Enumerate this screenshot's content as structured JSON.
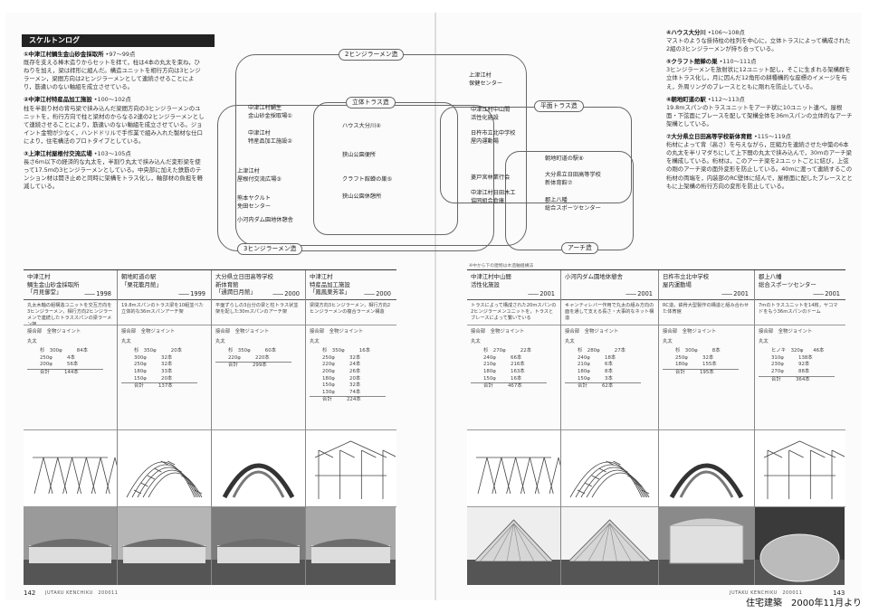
{
  "header": {
    "title": "スケルトンログ"
  },
  "left_text": [
    {
      "head": "①中津江村鯛生金山砂金採取所",
      "years": "•97～99点",
      "body": "既存を支える棒木造りからセットを拝て，柱は4本の丸太を束ね，ひねりを加え，梁は拝形に組んだ。構造ユニットを相行方向は3ヒンジラーメン，梁間方向は2ヒンジラーメンとして連続させることにより，筋違いのない軸組を成立させている。"
    },
    {
      "head": "②中津江村特産品加工施設",
      "years": "•100～102点",
      "body": "柱を半割り材の背与梁で挟み込んだ梁間方向の3ヒンジラーメンのユニットを，桁行方向で柱と梁材のからなる2連の2ヒンジラーメンとして連続させることにより，筋違いのない軸組を成立させている。ジョイント金物が少なく，ハンドドリルで手作業で組み入れた製材な仕口により，住宅構法のプロトタイプとしている。"
    },
    {
      "head": "③上津江村屋根付交流広場",
      "years": "•103～105点",
      "body": "長さ6m以下の経済的な丸太を，半割り丸太で挟み込んだ変形梁を使って17.5mの3ヒンジラーメンとしている。中央部に加えた鉄筋のテンション材は開き止めと同時に架構をトラス化し，軸部材の負担を軽減している。"
    }
  ],
  "right_text": [
    {
      "head": "④ハウス大分川",
      "years": "•106～108点",
      "body": "マストのような掛持柱の柱列を中心に，立体トラスによって構成された2組の3ヒンジラーメンが持ち合っている。"
    },
    {
      "head": "⑤クラフト館蝉の巣",
      "years": "•110～111点",
      "body": "3ヒンジラーメンを放射状に12ユニット配し，そこに生まれる架構群を立体トラス化し，月に因んだ12角形の耕種構的な座標のイメージを与え，外周リングのブレースとともに剛れを防止している。"
    },
    {
      "head": "⑥朝地町道の駅",
      "years": "•112～113点",
      "body": "19.8mスパンのトラスユニットをアーチ状に10ユニット連べ，屋根面・下弦面にブレースを配して架構全体を36mスパンの立体的なアーチ架構としている。"
    },
    {
      "head": "⑦大分県立日田高等学校新体育館",
      "years": "•115～119点",
      "body": "桁材によって背（高さ）を与えながら，圧縮力を連続させた中築の6本の丸太を半リマダちにして上下間の丸太で挟み込んで，30mのアーチ梁を構成している。桁材は，このアーチ梁を2ユニットごとに結び，上弦の剛のアーチ梁の面外変形を防止している。40mに渡って連続するこの桁材の両端を，内装部のRC壁体に結んで，屋根面に配したブレースとともに上架構の桁行方向の変形を防止している。"
    }
  ],
  "diagram": {
    "labels": {
      "hinge2": "2ヒンジラーメン造",
      "truss": "立体トラス造",
      "plane": "平面トラス造",
      "hinge3": "3ヒンジラーメン造",
      "arch": "アーチ造"
    },
    "buildings": [
      "上津江村\n保健センター",
      "中津江村鯛生\n金山砂金採取場①",
      "中津江村\n特産品加工施設②",
      "ハウス大分川④",
      "狭山公園便所",
      "クラフト館蝉の巣⑤",
      "狭山公園休憩所",
      "中津江村中山間\n活性化施設",
      "日杵市立北中学校\n屋内運動場",
      "朝地町道の駅⑥",
      "大分県立日田高等学校\n新体育館⑦",
      "郡上八幡\n総合スポーツセンター",
      "菱戸宮林業行会",
      "中津江村日田木工\n協同組合倉庫",
      "上津江村\n屋根付交流広場③",
      "熊本ヤクルト\n免田センター",
      "小河内ダム園地休憩舎"
    ]
  },
  "note_right": "※中から下の建物は木造軸組構法",
  "table_left": [
    {
      "name": "中津江村\n鯛生金山砂金採取所\n「月見御堂」",
      "year": "1998",
      "desc": "丸太木軸の組構造ユニットを交互方向を3ヒンジラーメン，相行方向2ヒンジラーメンで連続したトラススパンの梁ラーメン架",
      "joint": "接合部　全物ジョイント",
      "material": "丸太",
      "lines": [
        "杉　300φ　　　84本",
        "250φ　　　4本",
        "200φ　　　56本"
      ],
      "total": "合計　　　144本"
    },
    {
      "name": "朝地町道の駅\n「栗花籠月館」",
      "year": "1999",
      "desc": "19.8mスパンのトラス梁を10組並べた立体的な36mスパンアーチ架",
      "joint": "接合部　全物ジョイント",
      "material": "丸太",
      "lines": [
        "杉　350φ　　　20本",
        "300φ　　　32本",
        "250φ　　　32本",
        "180φ　　　33本",
        "150φ　　　20本"
      ],
      "total": "合計　　　137本"
    },
    {
      "name": "大分県立日田高等学校\n新体育館\n「通潤日月館」",
      "year": "2000",
      "desc": "平面ずらしの3台分の梁と柱トラス状並架を配した30mスパンのアーチ架",
      "joint": "接合部　全物ジョイント",
      "material": "丸太",
      "lines": [
        "杉　350φ　　　60本",
        "220φ　　　220本"
      ],
      "total": "合計　　　299本"
    },
    {
      "name": "中津江村\n特産品加工施設\n「鳳鳳巣芳菲」",
      "year": "2000",
      "desc": "梁間方向3ヒンジラーメン，相行方向2ヒンジラーメンの複合ラーメン構造",
      "joint": "接合部　全物ジョイント",
      "material": "丸太",
      "lines": [
        "杉　350φ　　　16本",
        "250φ　　　32本",
        "220φ　　　24本",
        "200φ　　　26本",
        "180φ　　　20本",
        "150φ　　　32本",
        "130φ　　　74本"
      ],
      "total": "合計　　　224本"
    }
  ],
  "table_right": [
    {
      "name": "中津江村中山間\n活性化施設",
      "year": "2001",
      "desc": "トラスによって構成された20mスパンの2ヒンジラーメンユニットを，トラスとブレースによって繋いでいる",
      "joint": "接合部　全物ジョイント",
      "material": "丸太",
      "lines": [
        "杉　270φ　　　22本",
        "240φ　　　66本",
        "210φ　　　216本",
        "180φ　　　163本",
        "150φ　　　16本"
      ],
      "total": "合計　　　467本"
    },
    {
      "name": "小河内ダム園地休憩舎",
      "year": "2001",
      "desc": "キャンティレバー作用で丸太の組み方向の面を通して支える長さ・大事的なネット構造",
      "joint": "接合部　全物ジョイント",
      "material": "丸太",
      "lines": [
        "杉　280φ　　　27本",
        "240φ　　　18本",
        "210φ　　　6本",
        "180φ　　　8本",
        "150φ　　　3本"
      ],
      "total": "合計　　　62本"
    },
    {
      "name": "日杵市立北中学校\n屋内運動場",
      "year": "2001",
      "desc": "RC造，鉄骨大型製作の構造と組み合わせた体育館",
      "joint": "接合部　全物ジョイント",
      "material": "丸太",
      "lines": [
        "杉　300φ　　　8本",
        "250φ　　　32本",
        "180φ　　　155本"
      ],
      "total": "合計　　　195本"
    },
    {
      "name": "郡上八幡\n総合スポーツセンター",
      "year": "2001",
      "desc": "7mのトラスユニットを14枚，ヤコマドをもう36mスパンのドーム",
      "joint": "接合部　全物ジョイント",
      "material": "丸太",
      "lines": [
        "ヒノキ　320φ　　46本",
        "310φ　　　138本",
        "230φ　　　92本",
        "270φ　　　88本"
      ],
      "total": "合計　　　364本"
    }
  ],
  "footer": {
    "left_page": "142",
    "left_mag": "JUTAKU KENCHIKU　200011",
    "right_mag": "JUTAKU KENCHIKU　200011",
    "right_page": "143",
    "credit": "住宅建築　2000年11月より"
  }
}
